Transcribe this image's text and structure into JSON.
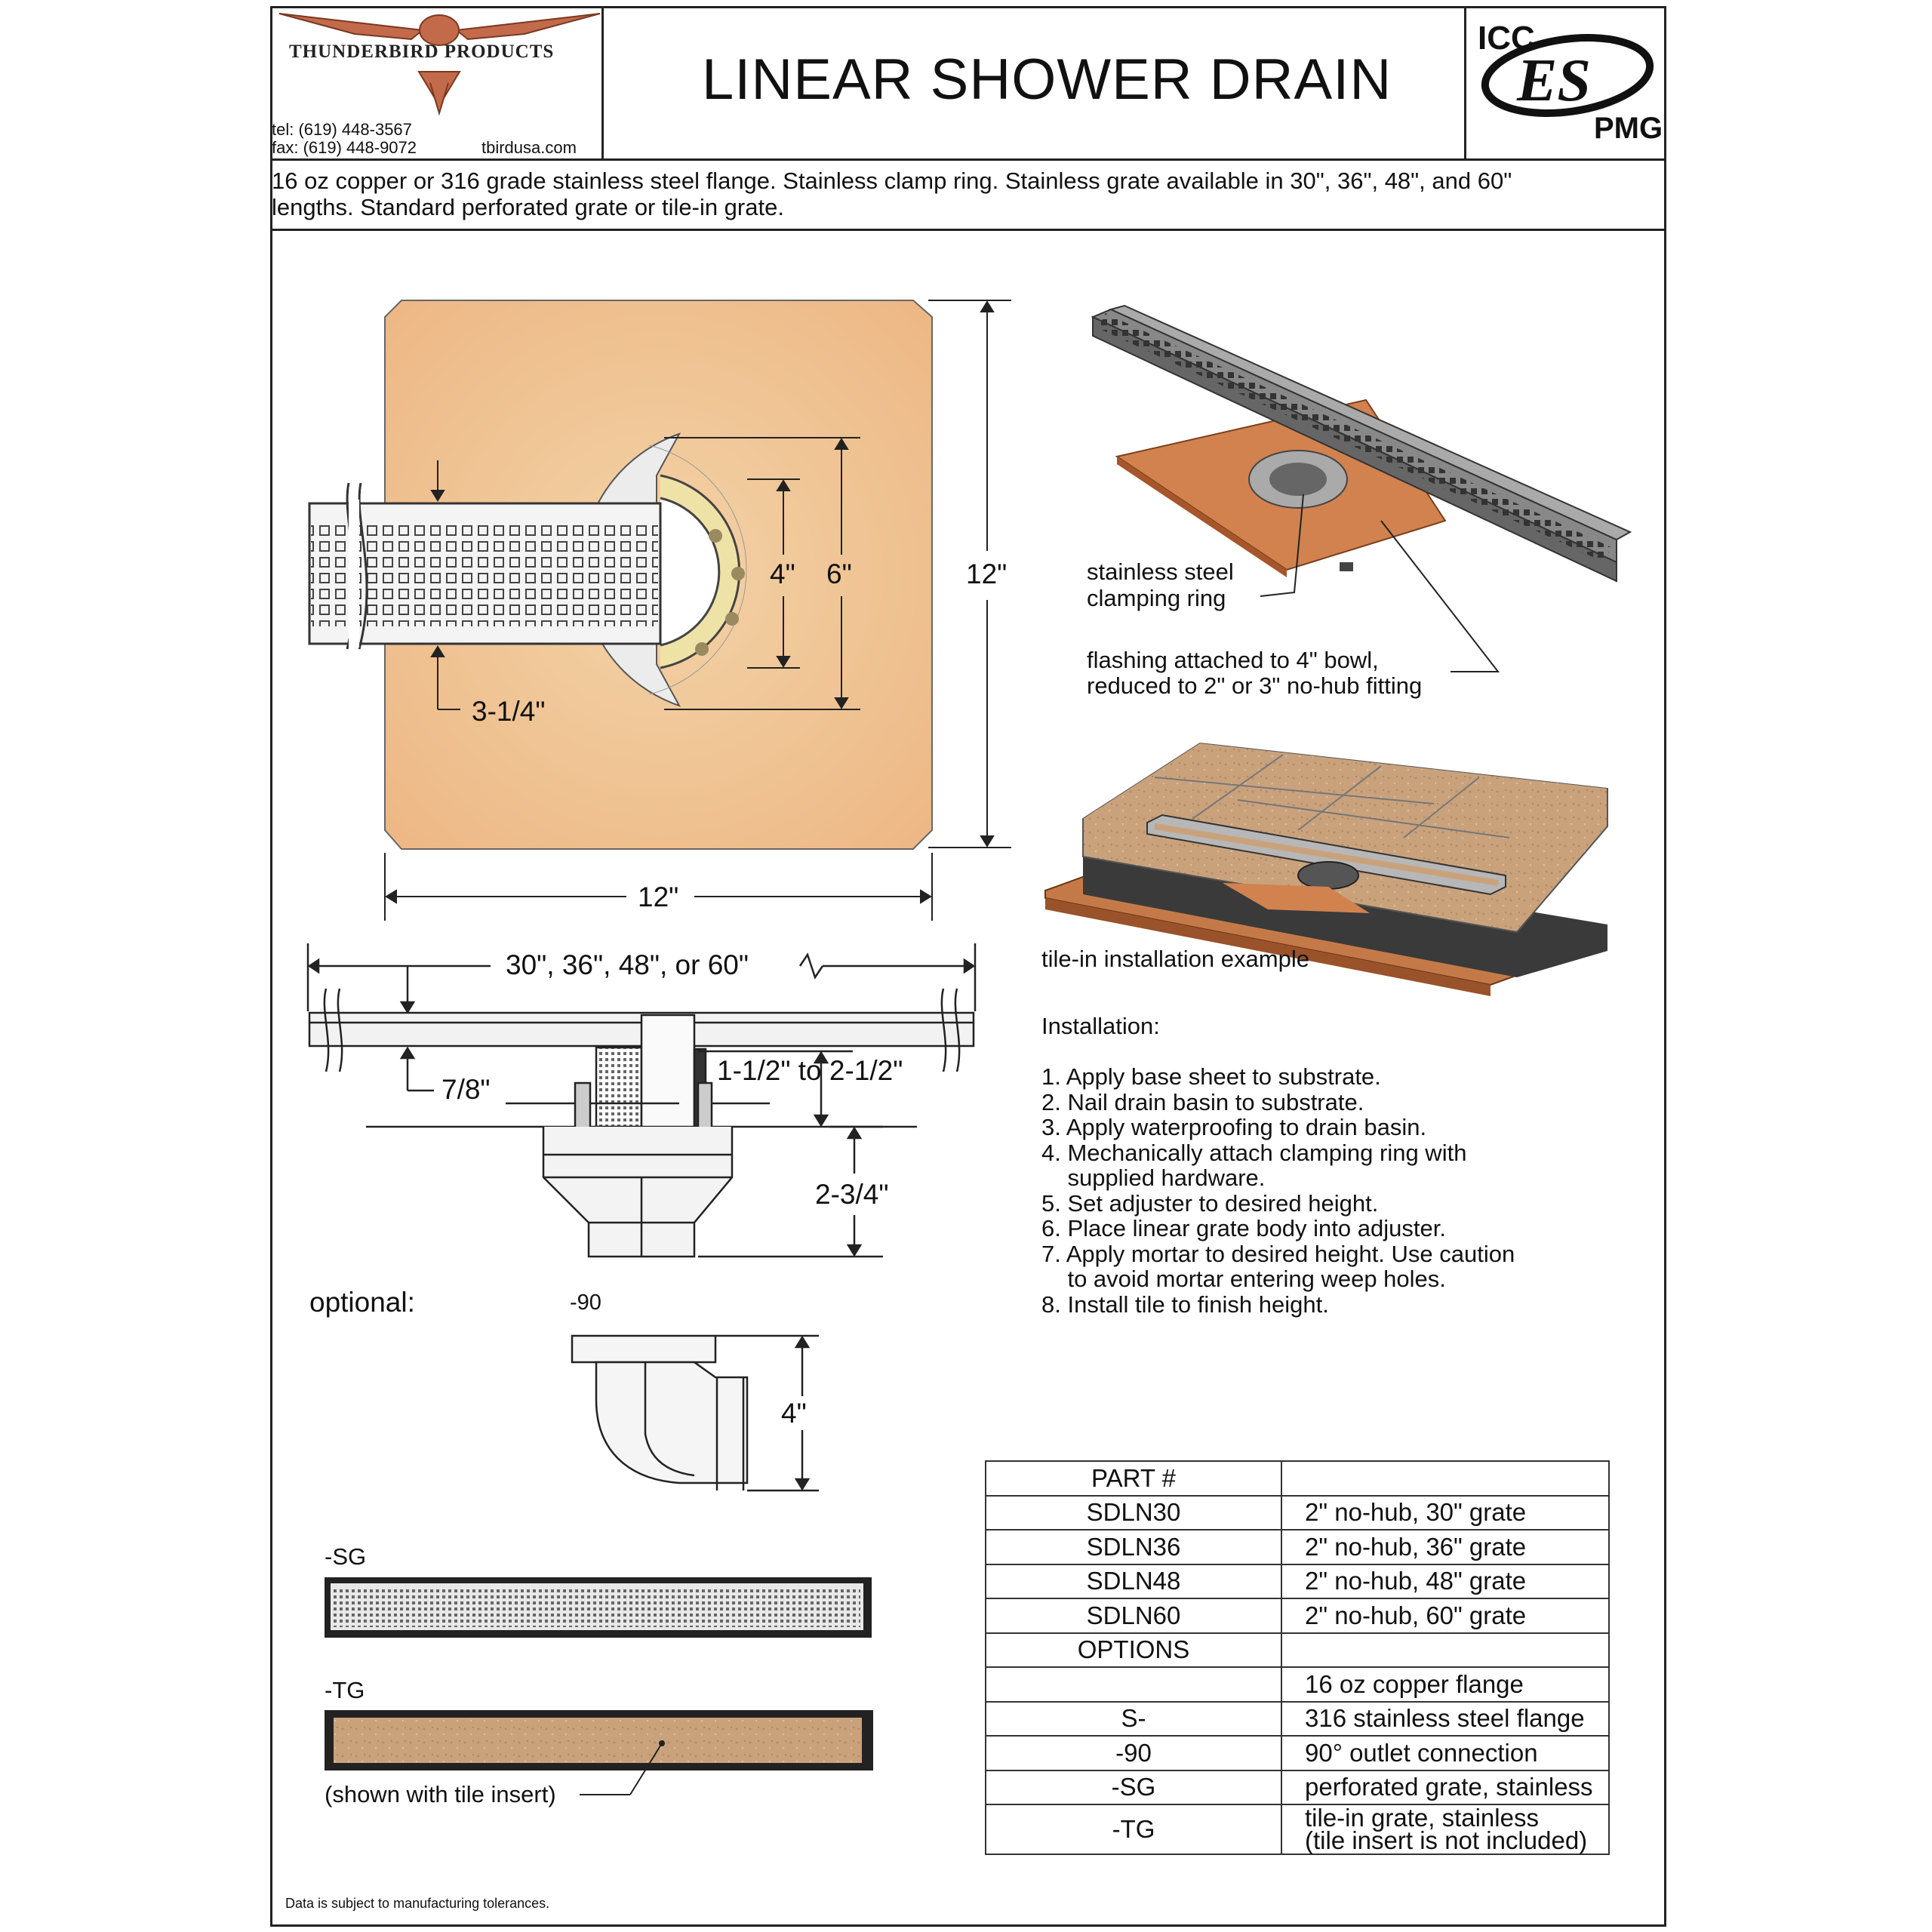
{
  "header": {
    "company": "THUNDERBIRD PRODUCTS",
    "tel": "tel:  (619) 448-3567",
    "fax": "fax: (619) 448-9072",
    "website": "tbirdusa.com",
    "title": "LINEAR SHOWER DRAIN",
    "cert_logo": {
      "top": "ICC",
      "middle": "ES",
      "bottom": "PMG"
    }
  },
  "description": [
    "16 oz copper or 316 grade stainless steel flange. Stainless clamp ring. Stainless grate available in 30\", 36\", 48\", and 60\"",
    "lengths. Standard perforated grate or tile-in grate."
  ],
  "plan_view": {
    "dim_4": "4\"",
    "dim_6": "6\"",
    "dim_12_vertical": "12\"",
    "dim_12_horizontal": "12\"",
    "dim_3_1_4": "3-1/4\""
  },
  "callouts": {
    "clamp_ring": [
      "stainless steel",
      "clamping ring"
    ],
    "flashing": [
      "flashing attached to 4\" bowl,",
      "reduced to 2\" or 3\" no-hub fitting"
    ],
    "tile_in": "tile-in installation example"
  },
  "section_view": {
    "length": "30\", 36\", 48\", or 60\"",
    "dim_7_8": "7/8\"",
    "dim_adjust": "1-1/2\" to 2-1/2\"",
    "dim_2_3_4": "2-3/4\""
  },
  "optional": {
    "label": "optional:",
    "elbow_label": "-90",
    "elbow_dim": "4\"",
    "sg_label": "-SG",
    "tg_label": "-TG",
    "tile_note": "(shown with tile insert)"
  },
  "installation": {
    "heading": "Installation:",
    "steps": [
      "1. Apply base sheet to substrate.",
      "2. Nail drain basin to substrate.",
      "3. Apply waterproofing to drain basin.",
      "4. Mechanically attach clamping ring with",
      "    supplied hardware.",
      "5. Set adjuster to desired height.",
      "6. Place linear grate body into adjuster.",
      "7. Apply mortar to desired height. Use caution",
      "    to avoid mortar entering weep holes.",
      "8. Install tile to finish height."
    ]
  },
  "parts_table": {
    "rows": [
      {
        "part": "PART #",
        "desc": ""
      },
      {
        "part": "SDLN30",
        "desc": "2\" no-hub, 30\" grate"
      },
      {
        "part": "SDLN36",
        "desc": "2\" no-hub, 36\" grate"
      },
      {
        "part": "SDLN48",
        "desc": "2\" no-hub, 48\" grate"
      },
      {
        "part": "SDLN60",
        "desc": "2\" no-hub, 60\" grate"
      },
      {
        "part": "OPTIONS",
        "desc": ""
      },
      {
        "part": "",
        "desc": "16 oz copper flange"
      },
      {
        "part": "S-",
        "desc": "316 stainless steel flange"
      },
      {
        "part": "-90",
        "desc": "90° outlet connection"
      },
      {
        "part": "-SG",
        "desc": "perforated grate, stainless"
      }
    ],
    "last_row": {
      "part": "-TG",
      "desc_line1": "tile-in grate, stainless",
      "desc_line2": "(tile insert is not included)"
    }
  },
  "footer_note": "Data is subject to manufacturing tolerances.",
  "colors": {
    "flange": "#f2c89a",
    "copper": "#d2824e",
    "tile": "#c9a27c",
    "steel": "#555555"
  }
}
